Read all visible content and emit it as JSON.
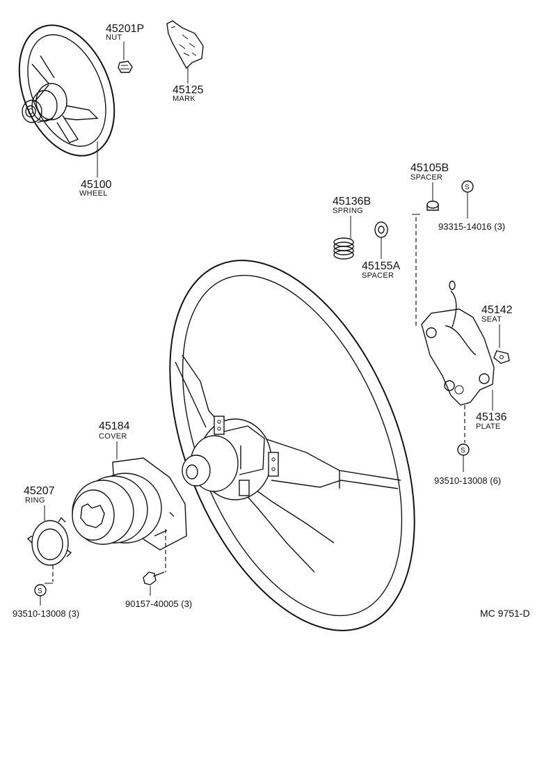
{
  "parts": {
    "nut": {
      "number": "45201P",
      "name": "NUT"
    },
    "mark": {
      "number": "45125",
      "name": "MARK"
    },
    "wheel": {
      "number": "45100",
      "name": "WHEEL"
    },
    "spacer_b": {
      "number": "45105B",
      "name": "SPACER"
    },
    "spring": {
      "number": "45136B",
      "name": "SPRING"
    },
    "spacer_a": {
      "number": "45155A",
      "name": "SPACER"
    },
    "seat": {
      "number": "45142",
      "name": "SEAT"
    },
    "plate": {
      "number": "45136",
      "name": "PLATE"
    },
    "cover": {
      "number": "45184",
      "name": "COVER"
    },
    "ring": {
      "number": "45207",
      "name": "RING"
    }
  },
  "screws": {
    "s1": {
      "symbol": "S",
      "number": "93315-14016 (3)"
    },
    "s2": {
      "symbol": "S",
      "number": "93510-13008 (6)"
    },
    "s3": {
      "symbol": "S",
      "number": "93510-13008 (3)"
    }
  },
  "bolt": {
    "number": "90157-40005 (3)"
  },
  "reference": "MC 9751-D"
}
